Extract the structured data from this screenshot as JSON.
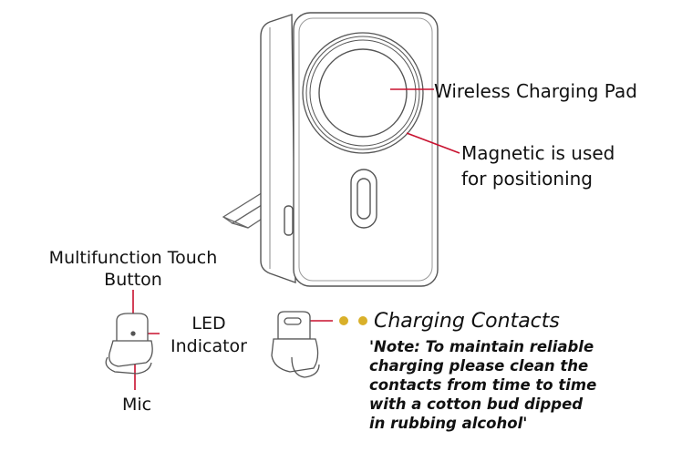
{
  "labels": {
    "wireless_charging_pad": "Wireless Charging Pad",
    "magnetic_line1": "Magnetic is used",
    "magnetic_line2": "for positioning",
    "multifunction_line1": "Multifunction Touch",
    "multifunction_line2": "Button",
    "led_line1": "LED",
    "led_line2": "Indicator",
    "mic": "Mic",
    "charging_contacts": "Charging Contacts",
    "note": "'Note: To maintain reliable\ncharging please clean the\ncontacts from time to time\nwith a cotton bud dipped\nin rubbing alcohol'"
  },
  "colors": {
    "callout_line": "#c8102e",
    "bullet_dots": "#d9b02a",
    "outline": "#555555"
  }
}
